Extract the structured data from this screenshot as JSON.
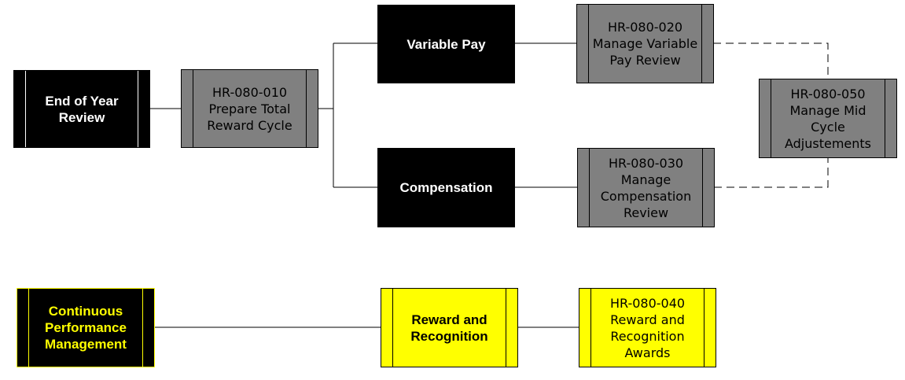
{
  "colors": {
    "black": "#000000",
    "gray": "#808080",
    "yellow": "#ffff00",
    "white": "#ffffff"
  },
  "nodes": {
    "end_of_year_review": "End of Year Review",
    "hr_080_010": "HR-080-010 Prepare Total Reward Cycle",
    "variable_pay": "Variable Pay",
    "compensation": "Compensation",
    "hr_080_020": "HR-080-020 Manage Variable Pay Review",
    "hr_080_030": "HR-080-030 Manage Compensation Review",
    "hr_080_050": "HR-080-050 Manage Mid Cycle Adjustements",
    "continuous_performance_management": "Continuous Performance Management",
    "reward_and_recognition": "Reward and Recognition",
    "hr_080_040": "HR-080-040 Reward and Recognition Awards"
  }
}
